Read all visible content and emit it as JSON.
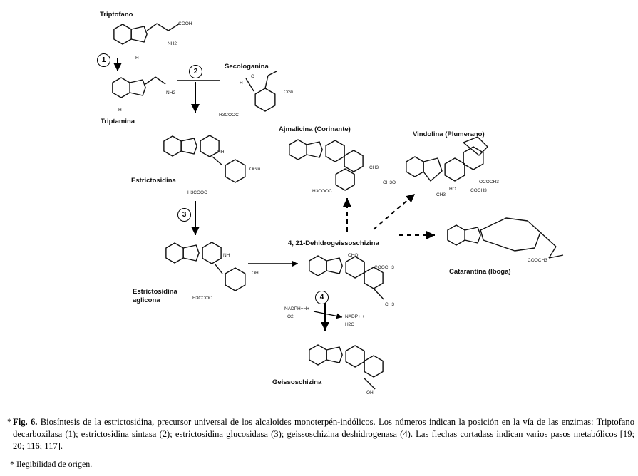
{
  "compounds": {
    "triptofano": "Triptofano",
    "triptamina": "Triptamina",
    "secologanina": "Secologanina",
    "estrictosidina": "Estrictosidina",
    "aglicona_l1": "Estrictosidina",
    "aglicona_l2": "aglicona",
    "dehidro": "4, 21-Dehidrogeissoschizina",
    "geissoschizina": "Geissoschizina",
    "ajmalicina": "Ajmalicina (Corinante)",
    "vindolina": "Vindolina (Plumerano)",
    "catarantina": "Catarantina (Iboga)"
  },
  "steps": [
    "1",
    "2",
    "3",
    "4"
  ],
  "cofactors": {
    "nadph": "NADPH+H+",
    "o2": "O2",
    "nadp": "NADP+ +",
    "h2o": "H2O"
  },
  "groups": {
    "cooh": "COOH",
    "nh2": "NH2",
    "nh2b": "NH2",
    "nh": "NH",
    "nh_b": "NH",
    "h_trp": "H",
    "h_tam": "H",
    "ch3_aj": "CH3",
    "h3cooc": "H3COOC",
    "h3cooc2": "H3COOC",
    "h3cooc3": "H3COOC",
    "h3cooc4": "H3COOC",
    "oglu": "OGlu",
    "oglu2": "OGlu",
    "oh": "OH",
    "oh2": "OH",
    "cho": "CHO",
    "cooch3": "COOCH3",
    "cooch3_cat": "COOCH3",
    "ococh3": "OCOCH3",
    "coch3": "COCH3",
    "ch3o": "CH3O",
    "ho": "HO",
    "ch3n": "CH3",
    "ch3_dh": "CH3",
    "h_cho": "H",
    "o_cho": "O"
  },
  "caption": {
    "marker": "*",
    "lead": "Fig. 6.",
    "text": " Biosíntesis de la estrictosidina, precursor universal de los alcaloides monoterpén-indólicos. Los números indican la posición en la vía de las enzimas: Triptofano decarboxilasa (1); estrictosidina sintasa (2); estrictosidina glucosidasa (3); geissoschizina deshidrogenasa (4). Las flechas cortadass indican varios pasos metabólicos [19; 20; 116; 117]."
  },
  "footnote": "* Ilegibilidad de origen."
}
